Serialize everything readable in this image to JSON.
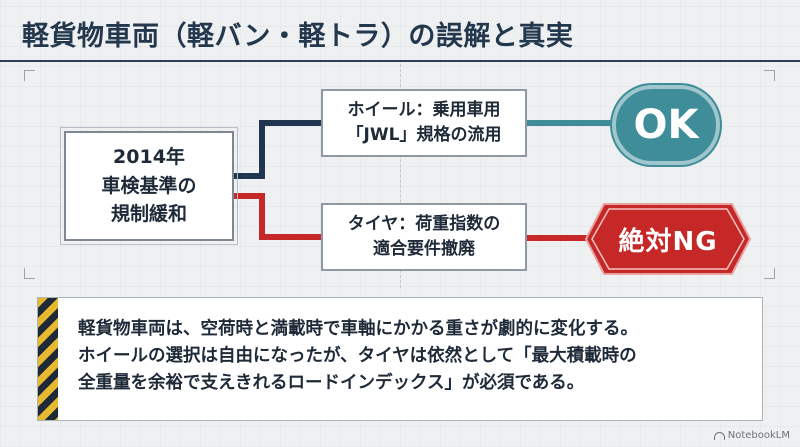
{
  "title": "軽貨物車両（軽バン・軽トラ）の誤解と真実",
  "diagram": {
    "source": {
      "lines": [
        "2014年",
        "車検基準の",
        "規制緩和"
      ]
    },
    "wheel": {
      "lines": [
        "ホイール：乗用車用",
        "「JWL」規格の流用"
      ],
      "verdict": "OK"
    },
    "tire": {
      "lines": [
        "タイヤ：荷重指数の",
        "適合要件撤廃"
      ],
      "verdict": "絶対NG"
    },
    "colors": {
      "ok_path": "#1f3550",
      "ng_path": "#c62828",
      "ok_badge": "#3f8d98",
      "ng_badge": "#c62828"
    }
  },
  "note": {
    "lines": [
      "軽貨物車両は、空荷時と満載時で車軸にかかる重さが劇的に変化する。",
      "ホイールの選択は自由になったが、タイヤは依然として「最大積載時の",
      "全重量を余裕で支えきれるロードインデックス」が必須である。"
    ]
  },
  "watermark": {
    "icon": "notebooklm-icon",
    "text": "NotebookLM"
  }
}
